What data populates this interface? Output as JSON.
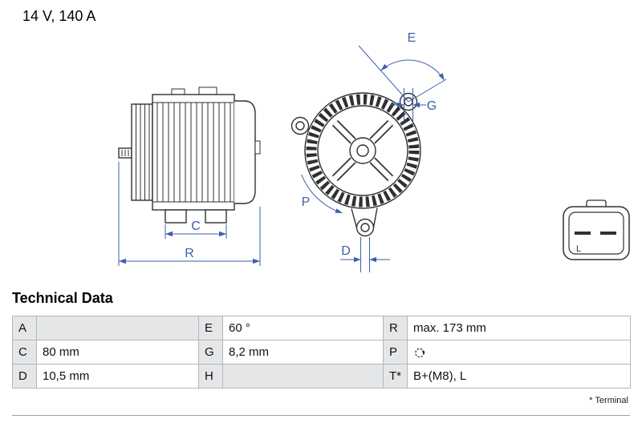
{
  "page": {
    "title": "14 V, 140 A"
  },
  "section": {
    "heading": "Technical Data",
    "footnote": "* Terminal"
  },
  "table": {
    "rows": [
      {
        "cells": [
          {
            "label": "A",
            "value": ""
          },
          {
            "label": "E",
            "value": "60 °"
          },
          {
            "label": "R",
            "value": "max. 173 mm"
          }
        ]
      },
      {
        "cells": [
          {
            "label": "C",
            "value": "80 mm"
          },
          {
            "label": "G",
            "value": "8,2 mm"
          },
          {
            "label": "P",
            "value": "",
            "icon": "rotation-cw-icon"
          }
        ]
      },
      {
        "cells": [
          {
            "label": "D",
            "value": "10,5 mm"
          },
          {
            "label": "H",
            "value": ""
          },
          {
            "label": "T*",
            "value": "B+(M8), L"
          }
        ]
      }
    ]
  },
  "diagram": {
    "labels": {
      "c": "C",
      "r": "R",
      "e": "E",
      "g": "G",
      "p": "P",
      "d": "D",
      "l": "L"
    },
    "colors": {
      "dimension": "#3d5fae",
      "line": "#2e3133"
    }
  }
}
